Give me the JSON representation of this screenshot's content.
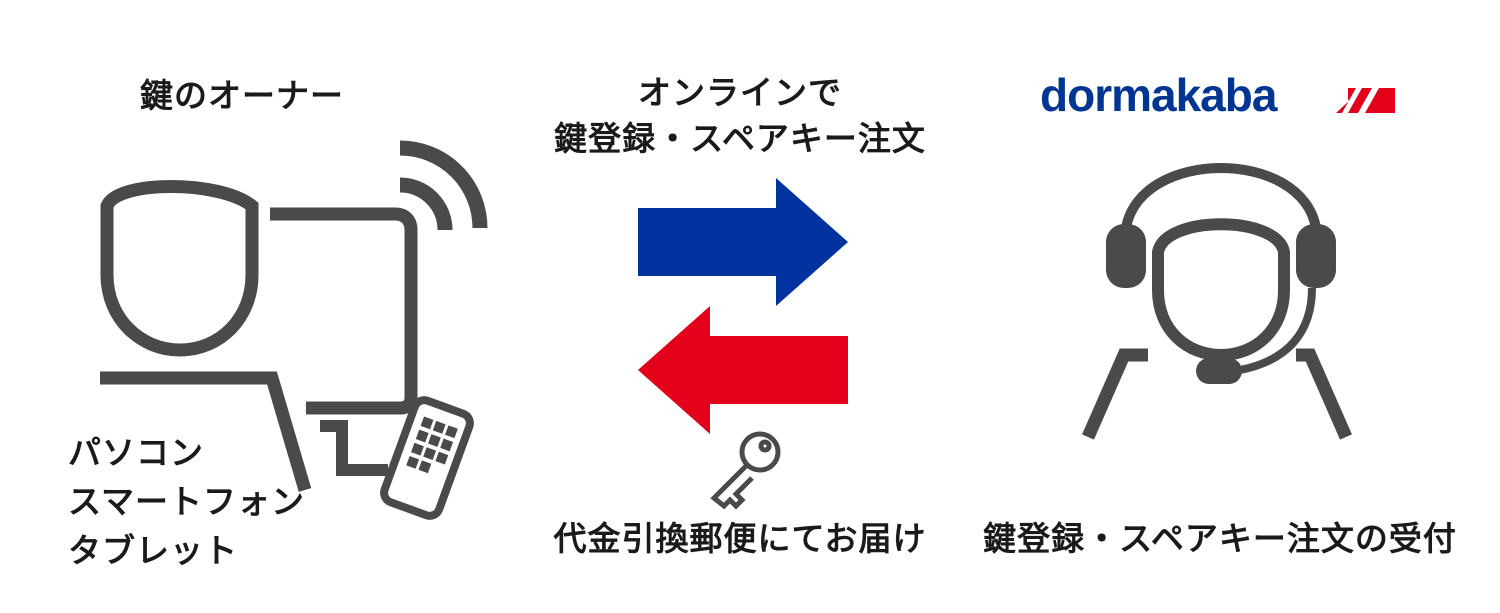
{
  "owner": {
    "title": "鍵のオーナー",
    "devices": [
      "パソコン",
      "スマートフォン",
      "タブレット"
    ]
  },
  "flow": {
    "online_line1": "オンラインで",
    "online_line2": "鍵登録・スペアキー注文",
    "delivery": "代金引換郵便にてお届け"
  },
  "company": {
    "brand": "dormakaba",
    "reception": "鍵登録・スペアキー注文の受付"
  },
  "colors": {
    "text": "#1a1a1a",
    "icon_gray": "#4a4a4a",
    "arrow_blue": "#0033a0",
    "arrow_red": "#e2001a",
    "brand_blue": "#003594",
    "brand_red": "#e2001a"
  },
  "icons": [
    "user-icon",
    "monitor-icon",
    "wifi-icon",
    "smartphone-icon",
    "key-icon",
    "operator-headset-icon"
  ]
}
